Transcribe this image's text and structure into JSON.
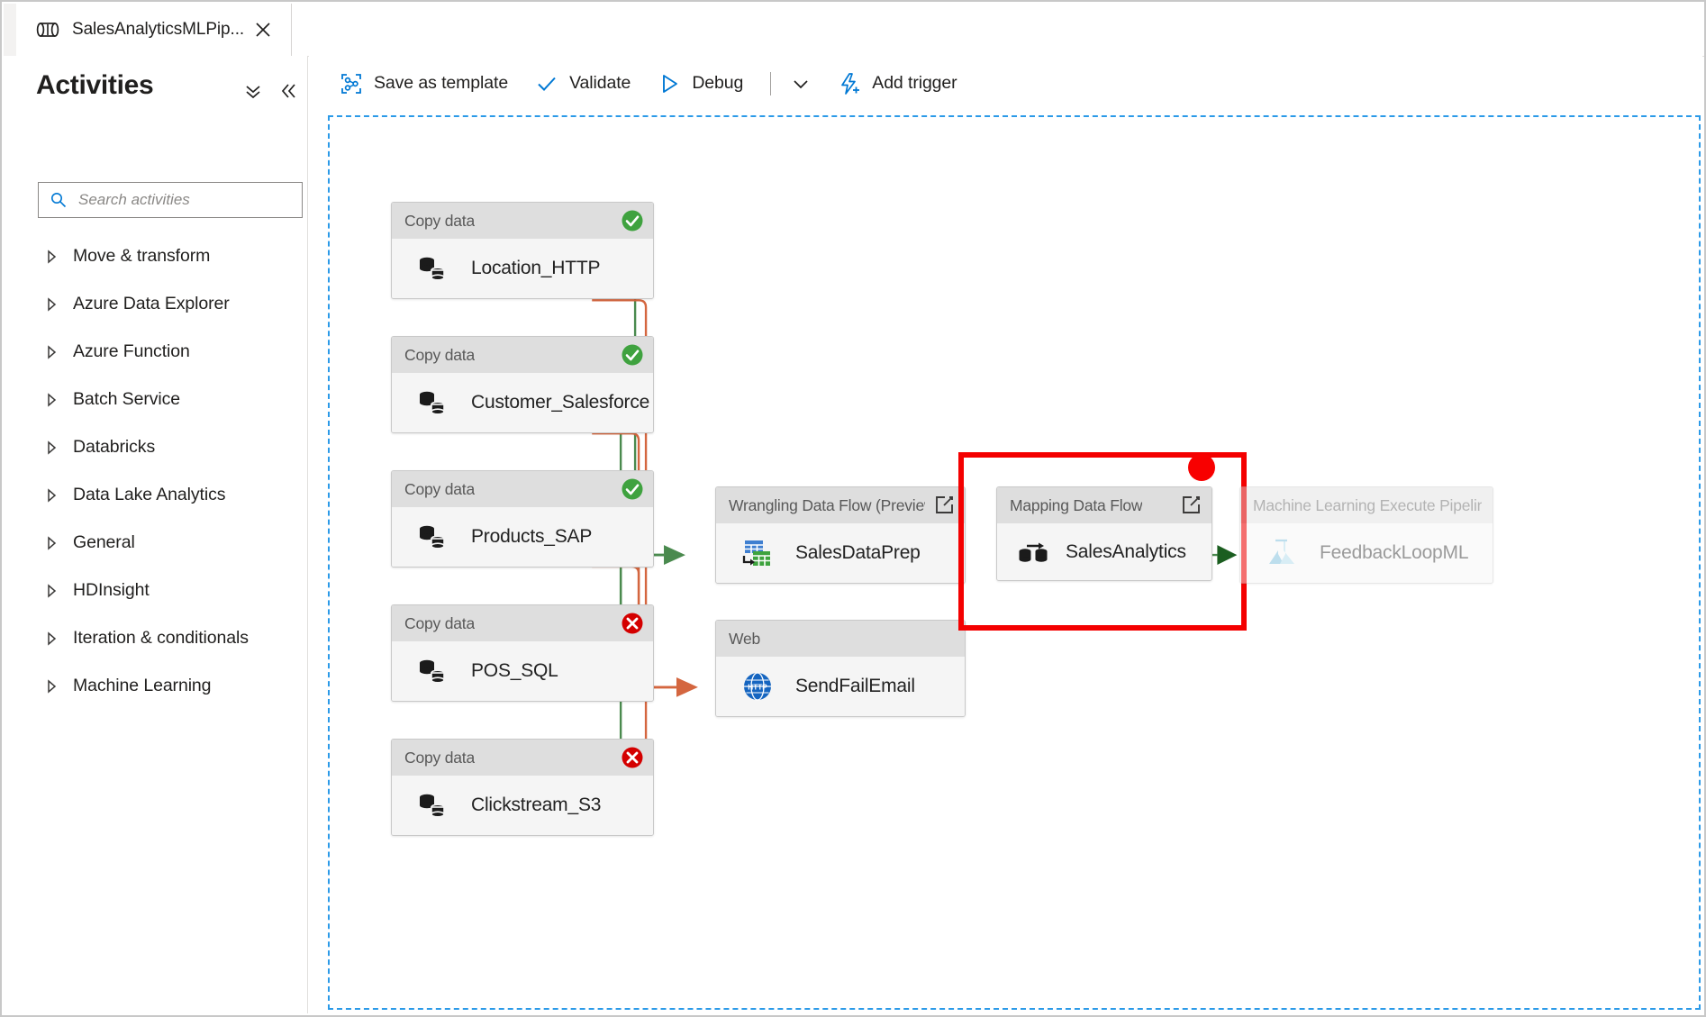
{
  "window": {
    "tab": {
      "icon": "pipeline-icon",
      "title": "SalesAnalyticsMLPip...",
      "close_label": "Close tab"
    }
  },
  "sidebar": {
    "title": "Activities",
    "collapse_all_label": "Collapse all",
    "collapse_panel_label": "Collapse panel",
    "search": {
      "placeholder": "Search activities",
      "value": "",
      "icon": "search-icon"
    },
    "items": [
      {
        "label": "Move & transform"
      },
      {
        "label": "Azure Data Explorer"
      },
      {
        "label": "Azure Function"
      },
      {
        "label": "Batch Service"
      },
      {
        "label": "Databricks"
      },
      {
        "label": "Data Lake Analytics"
      },
      {
        "label": "General"
      },
      {
        "label": "HDInsight"
      },
      {
        "label": "Iteration & conditionals"
      },
      {
        "label": "Machine Learning"
      }
    ]
  },
  "toolbar": {
    "save_as_template": "Save as template",
    "validate": "Validate",
    "debug": "Debug",
    "more_label": "More",
    "add_trigger": "Add trigger"
  },
  "canvas": {
    "nodes": [
      {
        "id": "location-http",
        "type": "Copy data",
        "name": "Location_HTTP",
        "icon": "copy-data-icon",
        "status": "success",
        "ports": [
          "success",
          "failure"
        ]
      },
      {
        "id": "customer-salesforce",
        "type": "Copy data",
        "name": "Customer_Salesforce",
        "icon": "copy-data-icon",
        "status": "success",
        "ports": [
          "success",
          "failure"
        ]
      },
      {
        "id": "products-sap",
        "type": "Copy data",
        "name": "Products_SAP",
        "icon": "copy-data-icon",
        "status": "success",
        "ports": [
          "success",
          "failure"
        ]
      },
      {
        "id": "pos-sql",
        "type": "Copy data",
        "name": "POS_SQL",
        "icon": "copy-data-icon",
        "status": "error",
        "ports": [
          "success",
          "failure"
        ]
      },
      {
        "id": "clickstream-s3",
        "type": "Copy data",
        "name": "Clickstream_S3",
        "icon": "copy-data-icon",
        "status": "error",
        "ports": [
          "success",
          "failure"
        ]
      },
      {
        "id": "salesdataprep",
        "type": "Wrangling Data Flow (Preview",
        "name": "SalesDataPrep",
        "icon": "wrangling-data-flow-icon",
        "status": "none",
        "external_link": true,
        "ports": [
          "success"
        ]
      },
      {
        "id": "sendfailemail",
        "type": "Web",
        "name": "SendFailEmail",
        "icon": "web-http-icon",
        "status": "none",
        "ports": [
          "success"
        ]
      },
      {
        "id": "salesanalytics",
        "type": "Mapping Data Flow",
        "name": "SalesAnalytics",
        "icon": "mapping-data-flow-icon",
        "status": "none",
        "external_link": true,
        "highlighted": true,
        "breakpoint": true,
        "ports": [
          "success"
        ]
      },
      {
        "id": "feedbackloopml",
        "type": "Machine Learning Execute Pipeline",
        "name": "FeedbackLoopML",
        "icon": "ml-flask-icon",
        "status": "none",
        "dimmed": true,
        "ports": [
          "success"
        ]
      }
    ]
  },
  "colors": {
    "accent": "#0078d4",
    "success": "#3b7a43",
    "success_badge": "#3fa23f",
    "failure": "#d4663f",
    "error_badge": "#d40000",
    "highlight": "#f40000",
    "breakpoint": "#f80000",
    "canvas_border": "#2b9ae8",
    "node_header": "#dedede"
  }
}
